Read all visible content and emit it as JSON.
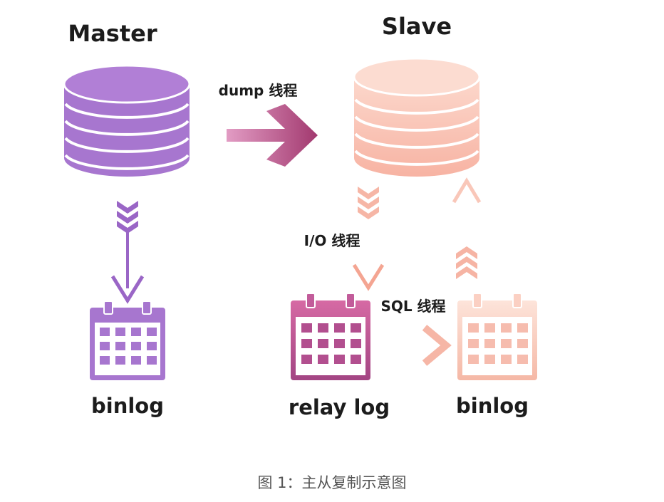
{
  "labels": {
    "master": "Master",
    "slave": "Slave",
    "dump_thread": "dump 线程",
    "io_thread": "I/O 线程",
    "sql_thread": "SQL 线程",
    "master_binlog": "binlog",
    "relay_log": "relay log",
    "slave_binlog": "binlog"
  },
  "caption": "图 1：主从复制示意图",
  "colors": {
    "master": "#a776cf",
    "master_dark": "#8a52b8",
    "slave": "#f6b8a7",
    "relay_log": "#c25c9a",
    "dump_arrow": "#b94d8a"
  }
}
